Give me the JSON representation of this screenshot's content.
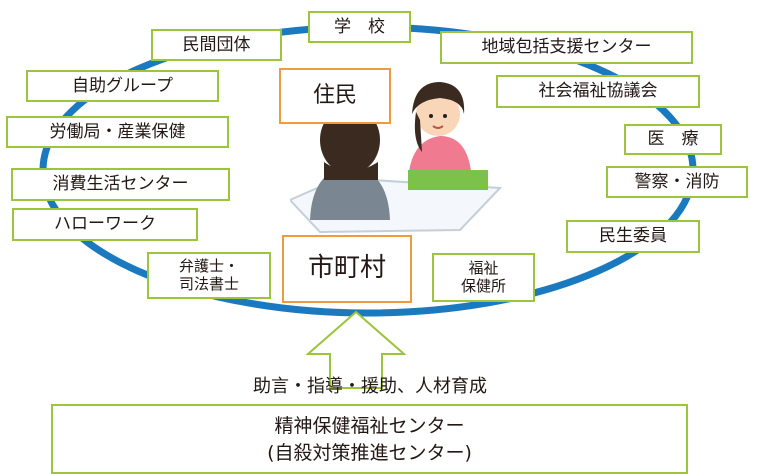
{
  "diagram": {
    "nodes": {
      "school": "学　校",
      "community_support_center": "地域包括支援センター",
      "social_welfare_council": "社会福祉協議会",
      "medical": "医　療",
      "police_fire": "警察・消防",
      "welfare_commissioner": "民生委員",
      "health_welfare_office": "福祉\n保健所",
      "private_organizations": "民間団体",
      "self_help_groups": "自助グループ",
      "labor_industrial_health": "労働局・産業保健",
      "consumer_center": "消費生活センター",
      "hello_work": "ハローワーク",
      "lawyer_scrivener": "弁護士・\n司法書士",
      "residents": "住民",
      "municipality": "市町村"
    },
    "support_label": "助言・指導・援助、人材育成",
    "center": {
      "line1": "精神保健福祉センター",
      "line2": "(自殺対策推進センター)"
    },
    "colors": {
      "ring": "#1b79bf",
      "green_border": "#9cc43c",
      "orange_border": "#f09a3e"
    }
  }
}
